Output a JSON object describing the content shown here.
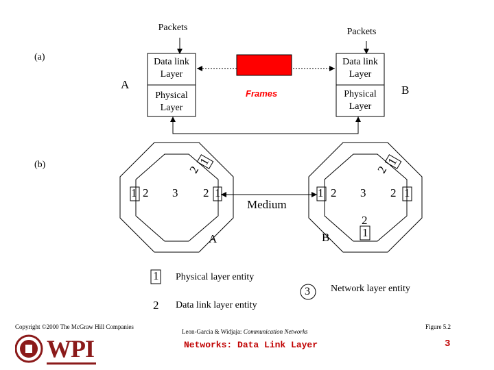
{
  "part_a": {
    "label": "(a)",
    "packets_left": "Packets",
    "packets_right": "Packets",
    "node_a": "A",
    "node_b": "B",
    "dll_left": [
      "Data link",
      "Layer"
    ],
    "phys_left": [
      "Physical",
      "Layer"
    ],
    "dll_right": [
      "Data link",
      "Layer"
    ],
    "phys_right": [
      "Physical",
      "Layer"
    ],
    "frames": "Frames",
    "colors": {
      "frame_box": "#ff0000",
      "frames_text": "#ff0000"
    }
  },
  "part_b": {
    "label": "(b)",
    "medium": "Medium",
    "node_a": "A",
    "node_b": "B",
    "left_node": {
      "top_1": "1",
      "top_2": "2",
      "left_1": "1",
      "left_2": "2",
      "center_3": "3",
      "right_2": "2",
      "right_1": "1"
    },
    "right_node": {
      "top_1": "1",
      "top_2": "2",
      "left_1": "1",
      "left_2": "2",
      "center_3": "3",
      "right_2": "2",
      "right_1": "1",
      "bottom_2": "2",
      "bottom_1": "1"
    }
  },
  "legend": {
    "item1_symbol": "1",
    "item1_label": "Physical layer entity",
    "item2_symbol": "2",
    "item2_label": "Data link layer entity",
    "item3_symbol": "3",
    "item3_label": "Network layer entity"
  },
  "footer": {
    "copyright": "Copyright ©2000 The McGraw Hill Companies",
    "citation_authors": "Leon-Garcia & Widjaja:",
    "citation_title": "Communication Networks",
    "figure": "Figure 5.2",
    "course_title": "Networks: Data Link Layer",
    "page_number": "3",
    "logo_text": "WPI",
    "colors": {
      "accent": "#c00000",
      "logo": "#8b1a1a"
    }
  }
}
